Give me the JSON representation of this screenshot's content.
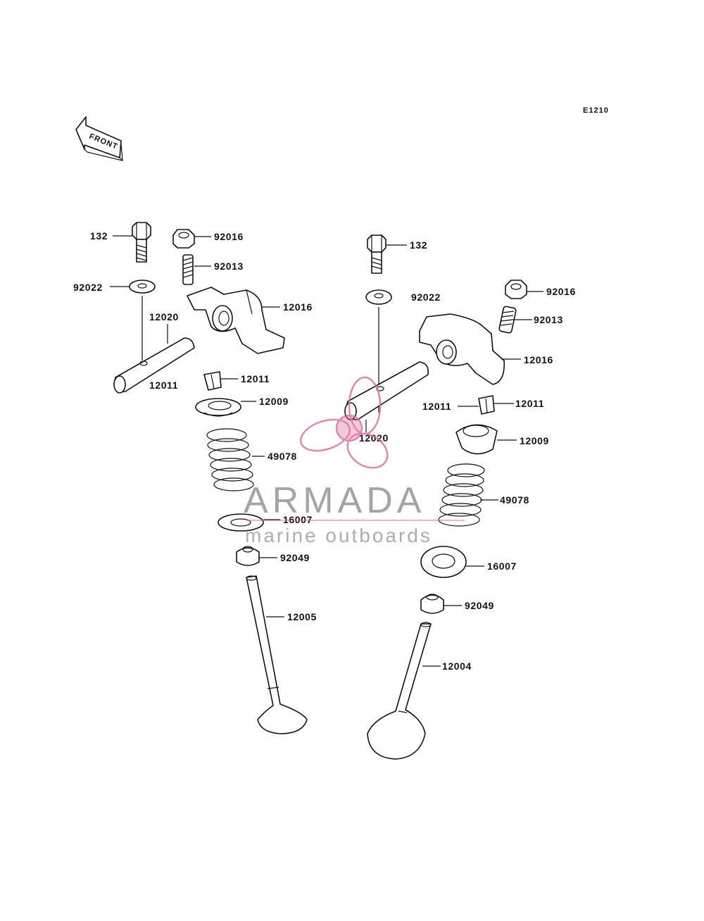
{
  "diagram_code": "E1210",
  "front_arrow_text": "FRONT",
  "watermark": {
    "brand": "ARMADA",
    "subtitle": "marine outboards",
    "logo_icon": "propeller-icon",
    "color": "#d86a9c"
  },
  "callouts": {
    "left": {
      "bolt": "132",
      "nut": "92016",
      "adjust_screw": "92013",
      "washer": "92022",
      "rocker_arm": "12016",
      "rocker_shaft": "12020",
      "shaft_pin": "12011",
      "retainer_key": "12011",
      "retainer": "12009",
      "spring": "49078",
      "spring_seat": "16007",
      "stem_seal": "92049",
      "valve": "12005"
    },
    "right": {
      "bolt": "132",
      "washer": "92022",
      "nut": "92016",
      "adjust_screw": "92013",
      "rocker_arm": "12016",
      "rocker_shaft": "12020",
      "shaft_pin": "12011",
      "retainer_key": "12011",
      "retainer": "12009",
      "spring": "49078",
      "spring_seat": "16007",
      "stem_seal": "92049",
      "valve": "12004"
    }
  }
}
